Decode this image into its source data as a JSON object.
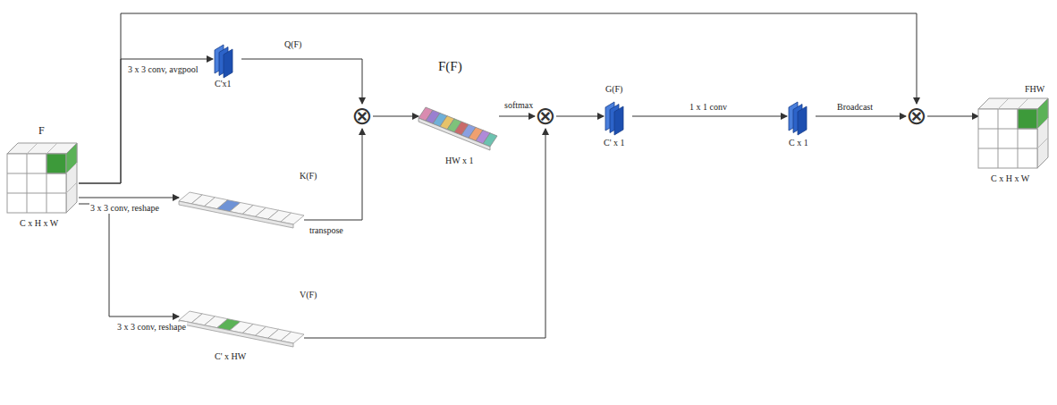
{
  "diagram": {
    "nodes": [
      {
        "text": [
          "F",
          "C x H x W"
        ]
      },
      {
        "text": [
          "Q(F)",
          "C'x1"
        ]
      },
      {
        "text": [
          "K(F)"
        ]
      },
      {
        "text": [
          "V(F)",
          "C' x HW"
        ]
      },
      {
        "text": [
          "⊗"
        ]
      },
      {
        "text": [
          "F(F)",
          "HW x 1"
        ]
      },
      {
        "text": [
          "⊗"
        ]
      },
      {
        "text": [
          "G(F)",
          "C' x 1"
        ]
      },
      {
        "text": [
          "C x 1"
        ]
      },
      {
        "text": [
          "⊗"
        ]
      },
      {
        "text": [
          "FHW",
          "C x H x W"
        ]
      }
    ],
    "edges": [
      {
        "from": 0,
        "to": 1,
        "label": "3 x 3 conv, avgpool",
        "arrow": "to"
      },
      {
        "from": 0,
        "to": 2,
        "label": "3 x 3 conv, reshape",
        "arrow": "to"
      },
      {
        "from": 0,
        "to": 3,
        "label": "3 x 3 conv, reshape",
        "arrow": "to"
      },
      {
        "from": 1,
        "to": 4,
        "arrow": "to"
      },
      {
        "from": 2,
        "to": 4,
        "label": "transpose",
        "arrow": "to"
      },
      {
        "from": 4,
        "to": 5,
        "arrow": "to"
      },
      {
        "from": 5,
        "to": 6,
        "label": "softmax",
        "arrow": "to"
      },
      {
        "from": 3,
        "to": 6,
        "arrow": "to"
      },
      {
        "from": 6,
        "to": 7,
        "arrow": "to"
      },
      {
        "from": 7,
        "to": 8,
        "label": "1 x 1 conv",
        "arrow": "to"
      },
      {
        "from": 8,
        "to": 9,
        "label": "Broadcast",
        "arrow": "to"
      },
      {
        "from": 0,
        "to": 9,
        "arrow": "to"
      },
      {
        "from": 9,
        "to": 10,
        "arrow": "to"
      }
    ]
  }
}
